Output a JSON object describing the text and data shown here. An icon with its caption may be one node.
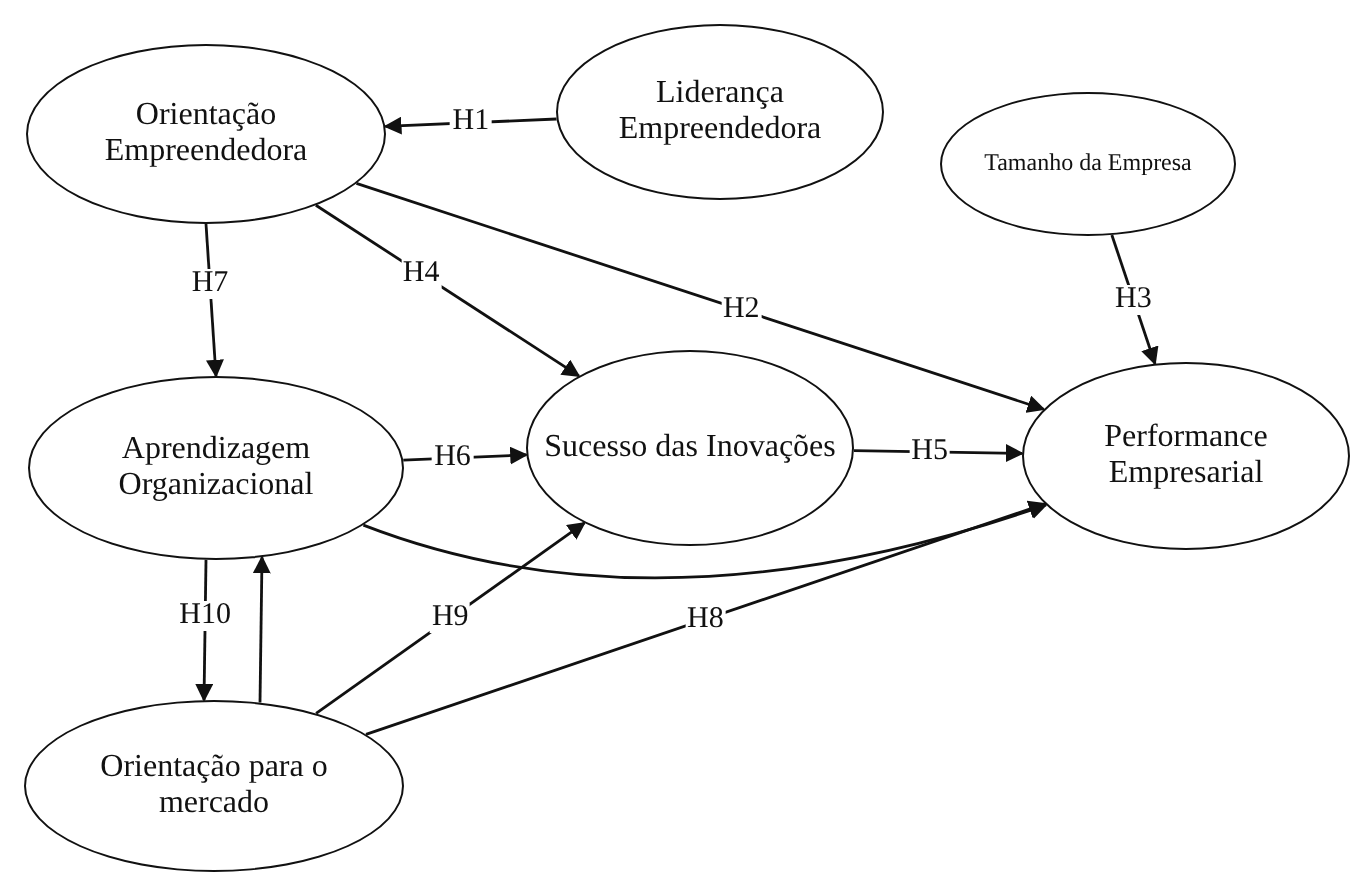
{
  "diagram": {
    "nodes": [
      {
        "text": [
          "Orientação Empreendedora"
        ]
      },
      {
        "text": [
          "Liderança Empreendedora"
        ]
      },
      {
        "text": [
          "Tamanho da Empresa"
        ]
      },
      {
        "text": [
          "Aprendizagem Organizacional"
        ]
      },
      {
        "text": [
          "Sucesso das Inovações"
        ]
      },
      {
        "text": [
          "Performance Empresarial"
        ]
      },
      {
        "text": [
          "Orientação para o mercado"
        ]
      }
    ],
    "edges": [
      {
        "from": 1,
        "to": 0,
        "arrow": "to",
        "label": "H1"
      },
      {
        "from": 0,
        "to": 5,
        "arrow": "to",
        "label": "H2"
      },
      {
        "from": 2,
        "to": 5,
        "arrow": "to",
        "label": "H3"
      },
      {
        "from": 0,
        "to": 4,
        "arrow": "to",
        "label": "H4"
      },
      {
        "from": 4,
        "to": 5,
        "arrow": "to",
        "label": "H5"
      },
      {
        "from": 3,
        "to": 4,
        "arrow": "to",
        "label": "H6"
      },
      {
        "from": 0,
        "to": 3,
        "arrow": "to",
        "label": "H7"
      },
      {
        "from": 6,
        "to": 5,
        "arrow": "to",
        "label": "H8"
      },
      {
        "from": 6,
        "to": 4,
        "arrow": "to",
        "label": "H9"
      },
      {
        "from": 3,
        "to": 6,
        "arrow": "to",
        "label": "H10"
      },
      {
        "from": 6,
        "to": 3,
        "arrow": "to"
      },
      {
        "from": 3,
        "to": 5,
        "arrow": "to"
      }
    ]
  }
}
